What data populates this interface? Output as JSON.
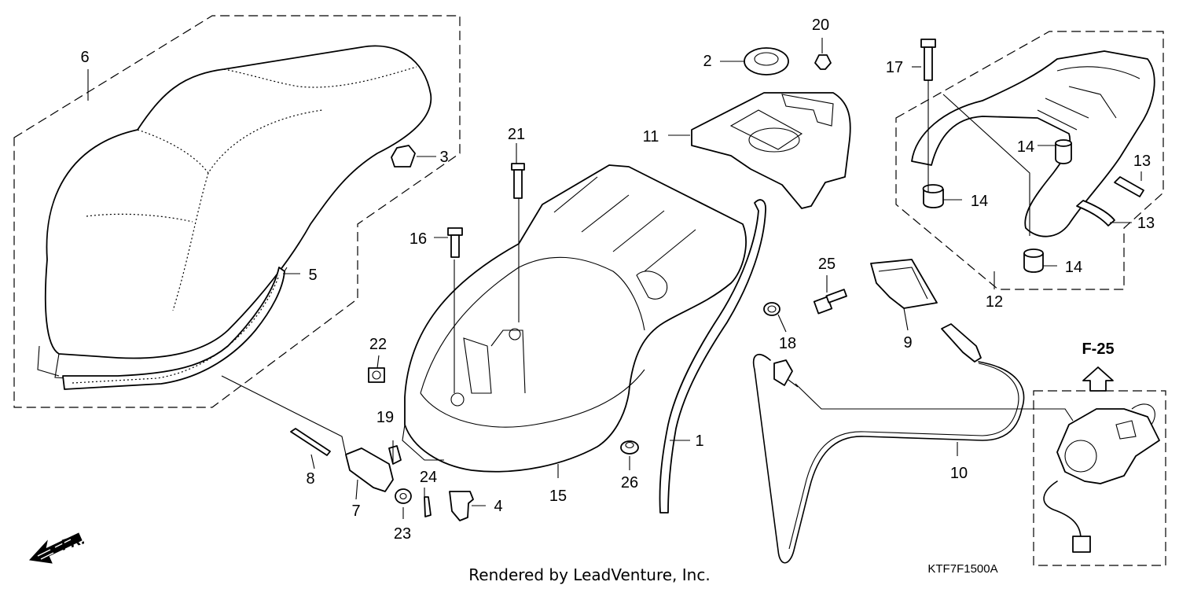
{
  "callouts": {
    "c1": "1",
    "c2": "2",
    "c3": "3",
    "c4": "4",
    "c5": "5",
    "c6": "6",
    "c7": "7",
    "c8": "8",
    "c9": "9",
    "c10": "10",
    "c11": "11",
    "c12": "12",
    "c13a": "13",
    "c13b": "13",
    "c14a": "14",
    "c14b": "14",
    "c14c": "14",
    "c15": "15",
    "c16": "16",
    "c17": "17",
    "c18": "18",
    "c19": "19",
    "c20": "20",
    "c21": "21",
    "c22": "22",
    "c23": "23",
    "c24": "24",
    "c25": "25",
    "c26": "26"
  },
  "reference": "F-25",
  "direction": "FR.",
  "credit": "Rendered by LeadVenture, Inc.",
  "diagram_code": "KTF7F1500A"
}
